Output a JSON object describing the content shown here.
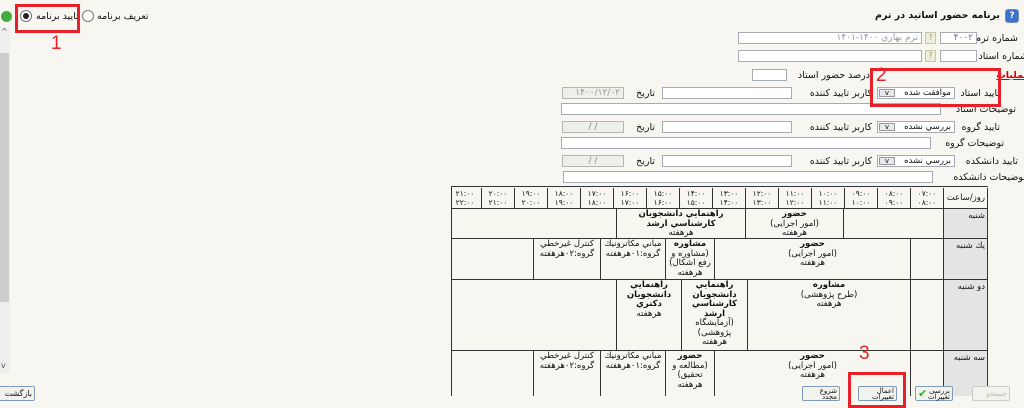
{
  "header": {
    "title": "برنامه حضور اساتيد در ترم"
  },
  "mode": {
    "options": [
      {
        "label": "تایید برنامه",
        "selected": true
      },
      {
        "label": "تعریف برنامه",
        "selected": false
      }
    ]
  },
  "form": {
    "term_label": "شماره ترم",
    "term_value": "۴۰۰۲",
    "term_name": "ترم بهاري ۱۴۰۰-۱۴۰۱",
    "teacher_label": "شماره استاد",
    "teacher_value": "",
    "operations_label": "عملیات",
    "attendance_pct_label": "درصد حضور استاد",
    "attendance_pct_value": "",
    "teacher_approval_label": "تایید استاد",
    "teacher_approval_value": "موافقت شده",
    "approver_label": "کاربر تایید کننده",
    "date_label": "تاریخ",
    "teacher_date": "۱۴۰۰/۱۲/۰۲",
    "teacher_notes_label": "توضیحات استاد",
    "group_approval_label": "تایید گروه",
    "group_approval_value": "بررسي نشده",
    "group_date": "/ /",
    "group_notes_label": "توضیحات گروه",
    "faculty_approval_label": "تایید دانشکده",
    "faculty_approval_value": "بررسي نشده",
    "faculty_date": "/ /",
    "faculty_notes_label": "توضیحات دانشکده",
    "dropdown_arrow": "v",
    "help": "?"
  },
  "schedule": {
    "corner": "روز/ساعت",
    "hours": [
      [
        "۰۷:۰۰",
        "۰۸:۰۰"
      ],
      [
        "۰۸:۰۰",
        "۰۹:۰۰"
      ],
      [
        "۰۹:۰۰",
        "۱۰:۰۰"
      ],
      [
        "۱۰:۰۰",
        "۱۱:۰۰"
      ],
      [
        "۱۱:۰۰",
        "۱۲:۰۰"
      ],
      [
        "۱۲:۰۰",
        "۱۳:۰۰"
      ],
      [
        "۱۳:۰۰",
        "۱۴:۰۰"
      ],
      [
        "۱۴:۰۰",
        "۱۵:۰۰"
      ],
      [
        "۱۵:۰۰",
        "۱۶:۰۰"
      ],
      [
        "۱۶:۰۰",
        "۱۷:۰۰"
      ],
      [
        "۱۷:۰۰",
        "۱۸:۰۰"
      ],
      [
        "۱۸:۰۰",
        "۱۹:۰۰"
      ],
      [
        "۱۹:۰۰",
        "۲۰:۰۰"
      ],
      [
        "۲۰:۰۰",
        "۲۱:۰۰"
      ],
      [
        "۲۱:۰۰",
        "۲۲:۰۰"
      ]
    ],
    "days": [
      "شنبه",
      "یك شنبه",
      "دو شنبه",
      "سه شنبه"
    ],
    "sat": [
      {
        "title": "حضور",
        "detail": "(امور اجرایی)",
        "freq": "هرهفته"
      },
      {
        "title": "راهنمايي دانشجويان كارشناسي ارشد",
        "detail": "",
        "freq": "هرهفته"
      }
    ],
    "sun": [
      {
        "title": "حضور",
        "detail": "(امور اجرایی)",
        "freq": "هرهفته"
      },
      {
        "title": "مشاوره",
        "detail": "(مشاوره و رفع اشکال)",
        "freq": "هرهفته"
      },
      {
        "title": "",
        "detail": "مباني مكاترونيك گروه:۰۱هرهفته",
        "freq": ""
      },
      {
        "title": "",
        "detail": "كنترل غيرخطي گروه:۰۲هرهفته",
        "freq": ""
      }
    ],
    "mon": [
      {
        "title": "مشاوره",
        "detail": "(طرح پژوهشی)",
        "freq": "هرهفته"
      },
      {
        "title": "راهنمايي دانشجويان كارشناسي ارشد",
        "detail": "(آزمایشگاه پژوهشی)",
        "freq": "هرهفته"
      },
      {
        "title": "راهنمايي دانشجويان دكتري",
        "detail": "",
        "freq": "هرهفته"
      }
    ],
    "tue": [
      {
        "title": "حضور",
        "detail": "(امور اجرایی)",
        "freq": "هرهفته"
      },
      {
        "title": "حضور",
        "detail": "(مطالعه و تحقیق)",
        "freq": "هرهفته"
      },
      {
        "title": "",
        "detail": "مباني مكاترونيك گروه:۰۱هرهفته",
        "freq": ""
      },
      {
        "title": "",
        "detail": "كنترل غيرخطي گروه:۰۲هرهفته",
        "freq": ""
      }
    ]
  },
  "buttons": {
    "restart": "شروع مجدد",
    "apply": "اعمال تغییرات",
    "review": "بررسی تغییرات",
    "search": "جستجو",
    "back": "بازگشت"
  },
  "annotations": [
    "1",
    "2",
    "3"
  ]
}
